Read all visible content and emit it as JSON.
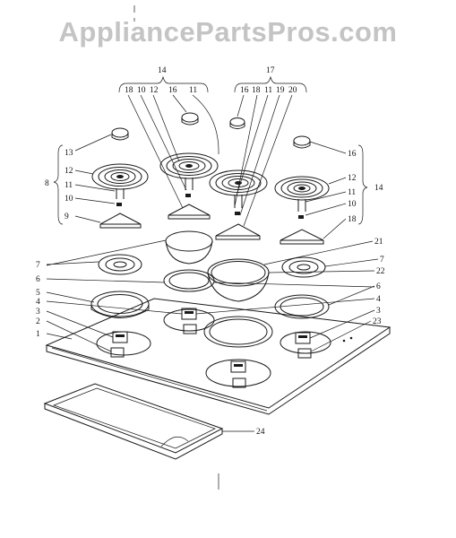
{
  "watermark": "AppliancePartsPros.com",
  "callouts": {
    "top_group_left": "14",
    "top_group_right": "17",
    "tl_18": "18",
    "tl_10": "10",
    "tl_12": "12",
    "tl_16": "16",
    "tl_11": "11",
    "tr_16": "16",
    "tr_18": "18",
    "tr_11": "11",
    "tr_19": "19",
    "tr_20": "20",
    "left_13": "13",
    "left_12": "12",
    "left_8": "8",
    "left_11": "11",
    "left_10": "10",
    "left_9": "9",
    "right_16": "16",
    "right_12": "12",
    "right_14": "14",
    "right_11": "11",
    "right_10": "10",
    "right_18": "18",
    "l7": "7",
    "l6": "6",
    "l5": "5",
    "l4": "4",
    "l3": "3",
    "l2": "2",
    "l1": "1",
    "r21": "21",
    "r7": "7",
    "r22": "22",
    "r6": "6",
    "r4": "4",
    "r3": "3",
    "r23": "23",
    "b24": "24"
  }
}
